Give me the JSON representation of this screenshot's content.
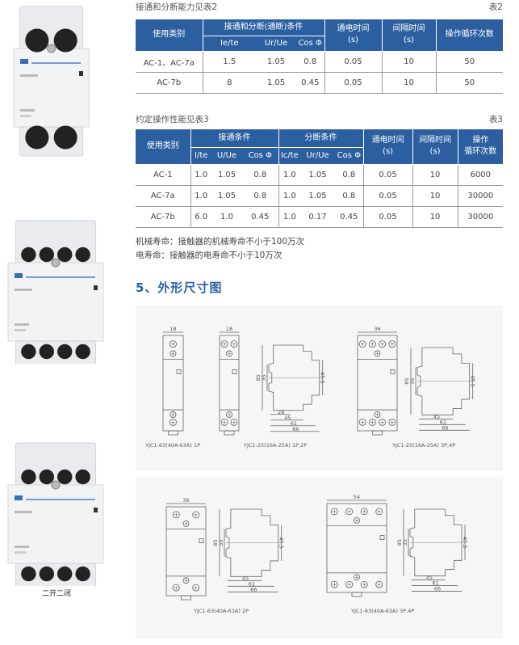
{
  "table2": {
    "title": "接通和分断能力见表2",
    "tag": "表2",
    "headers": {
      "category": "使用类别",
      "group": "接通和分断(通断)条件",
      "sub": [
        "Ie/te",
        "Ur/Ue",
        "Cos Φ"
      ],
      "on_time": "通电时间",
      "on_time_unit": "(s)",
      "interval": "间隔时间",
      "interval_unit": "(s)",
      "cycles": "操作循环次数"
    },
    "rows": [
      {
        "category": "AC-1、AC-7a",
        "ie": "1.5",
        "ur": "1.05",
        "cos": "0.8",
        "on": "0.05",
        "interval": "10",
        "cycles": "50"
      },
      {
        "category": "AC-7b",
        "ie": "8",
        "ur": "1.05",
        "cos": "0.45",
        "on": "0.05",
        "interval": "10",
        "cycles": "50"
      }
    ]
  },
  "table3": {
    "title": "约定操作性能见表3",
    "tag": "表3",
    "headers": {
      "category": "使用类别",
      "make": "接通条件",
      "make_sub": [
        "I/te",
        "U/Ue",
        "Cos Φ"
      ],
      "break": "分断条件",
      "break_sub": [
        "Ic/te",
        "Ur/Ue",
        "Cos Φ"
      ],
      "on_time": "通电时间",
      "on_time_unit": "(s)",
      "interval": "间隔时间",
      "interval_unit": "(s)",
      "cycles_1": "操作",
      "cycles_2": "循环次数"
    },
    "rows": [
      {
        "category": "AC-1",
        "v": [
          "1.0",
          "1.05",
          "0.8",
          "1.0",
          "1.05",
          "0.8",
          "0.05",
          "10",
          "6000"
        ]
      },
      {
        "category": "AC-7a",
        "v": [
          "1.0",
          "1.05",
          "0.8",
          "1.0",
          "1.05",
          "0.8",
          "0.05",
          "10",
          "30000"
        ]
      },
      {
        "category": "AC-7b",
        "v": [
          "6.0",
          "1.0",
          "0.45",
          "1.0",
          "0.17",
          "0.45",
          "0.05",
          "10",
          "30000"
        ]
      }
    ]
  },
  "notes": {
    "mechanical": "机械寿命：接触器的机械寿命不小于100万次",
    "electrical": "电寿命：接触器的电寿命不小于10万次"
  },
  "section_heading": "5、外形尺寸图",
  "products": {
    "caption": "二开二闭"
  },
  "diagrams": [
    {
      "caption": "YJC1-63(40A-63A) 1P",
      "width": "18"
    },
    {
      "caption": "YJC1-25(16A-25A) 1P,2P",
      "width": "18",
      "side": {
        "height": "85",
        "rail": "35",
        "mid": "45.5",
        "d0": "28",
        "d1": "45",
        "d2": "61",
        "d3": "66"
      }
    },
    {
      "caption": "YJC1-25(16A-25A) 3P,4P",
      "width": "36",
      "side": {
        "height": "85",
        "rail": "35",
        "mid": "45.5",
        "d1": "45",
        "d2": "61",
        "d3": "66"
      }
    },
    {
      "caption": "YJC1-63(40A-63A) 2P",
      "width": "36",
      "side": {
        "height": "85",
        "rail": "35",
        "mid": "45.5",
        "d1": "45",
        "d2": "61",
        "d3": "66"
      }
    },
    {
      "caption": "YJC1-63(40A-63A) 3P,4P",
      "width": "54",
      "side": {
        "height": "85",
        "rail": "35",
        "mid": "45.5",
        "d1": "45",
        "d2": "61",
        "d3": "66"
      }
    }
  ],
  "colors": {
    "header_blue": "#2b5f9f",
    "heading_blue": "#2a63a8"
  }
}
